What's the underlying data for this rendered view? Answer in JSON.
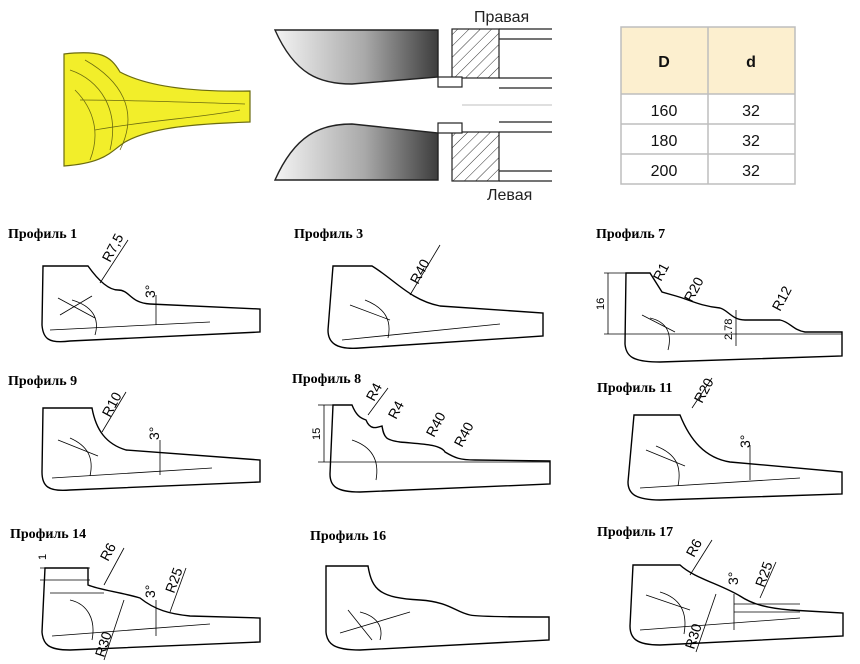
{
  "cutter_side": {
    "right_label": "Правая",
    "left_label": "Левая"
  },
  "dimension_table": {
    "headers": [
      "D",
      "d"
    ],
    "rows": [
      [
        "160",
        "32"
      ],
      [
        "180",
        "32"
      ],
      [
        "200",
        "32"
      ]
    ],
    "header_color": "#fcefcf",
    "border_color": "#bdbdbd"
  },
  "blade_color": "#f2ee2a",
  "profiles": [
    {
      "title": "Профиль 1",
      "labels": [
        "R7,5",
        "3°"
      ]
    },
    {
      "title": "Профиль 3",
      "labels": [
        "R40"
      ]
    },
    {
      "title": "Профиль 7",
      "labels": [
        "R1",
        "R20",
        "R12",
        "16",
        "2.78"
      ]
    },
    {
      "title": "Профиль 9",
      "labels": [
        "R10",
        "3°"
      ]
    },
    {
      "title": "Профиль 8",
      "labels": [
        "R4",
        "R4",
        "R40",
        "R40",
        "15"
      ]
    },
    {
      "title": "Профиль 11",
      "labels": [
        "R20",
        "3°"
      ]
    },
    {
      "title": "Профиль 14",
      "labels": [
        "1",
        "R6",
        "3°",
        "R25",
        "R30"
      ]
    },
    {
      "title": "Профиль 16",
      "labels": []
    },
    {
      "title": "Профиль 17",
      "labels": [
        "R6",
        "3°",
        "R25",
        "R30"
      ]
    }
  ]
}
